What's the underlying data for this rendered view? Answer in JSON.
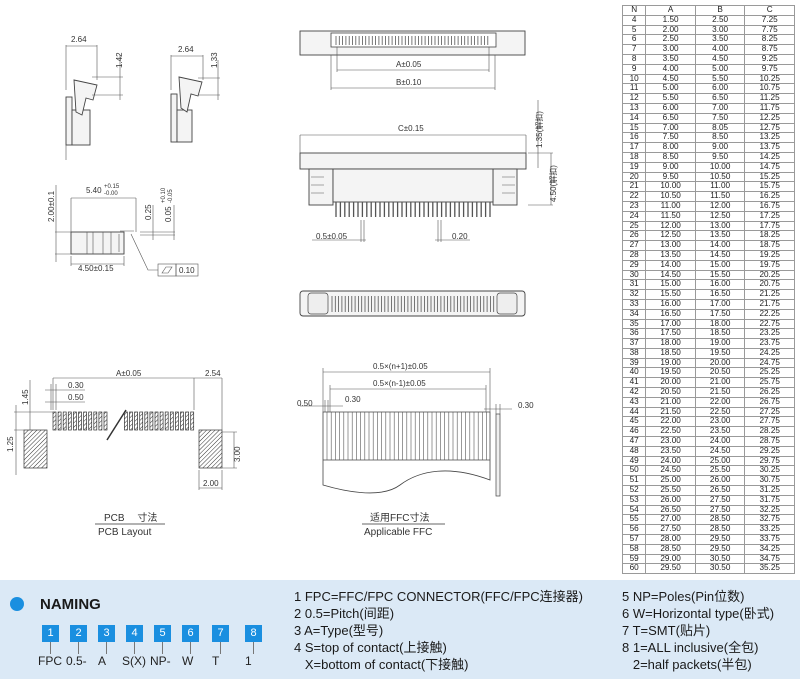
{
  "drawings": {
    "side_view_1": {
      "width": "2.64",
      "height": "1.42"
    },
    "side_view_2": {
      "width": "2.64",
      "height": "1.33"
    },
    "profile": {
      "length": "5.40",
      "length_tol_plus": "+0.15",
      "length_tol_minus": "-0.00",
      "height": "2.00±0.1",
      "t1": "0.25",
      "t2": "0.05",
      "t2_tol_plus": "+0.10",
      "t2_tol_minus": "-0.05",
      "base": "4.50±0.15",
      "flatness": "0.10"
    },
    "top_view": {
      "a": "A±0.05",
      "b": "B±0.10"
    },
    "front_view": {
      "c": "C±0.15",
      "h1": "1.35(解扣)",
      "h2": "4.50(解扣)",
      "pitch": "0.5±0.05",
      "pin": "0.20"
    },
    "pcb": {
      "a": "A±0.05",
      "side": "2.54",
      "d030": "0.30",
      "d050": "0.50",
      "d145": "1.45",
      "d125": "1.25",
      "d300": "3.00",
      "d200": "2.00",
      "caption_cn": "PCB　 寸法",
      "caption_en": "PCB Layout"
    },
    "ffc": {
      "w1": "0.5×(n+1)±0.05",
      "w2": "0.5×(n-1)±0.05",
      "d050": "0.50",
      "d030": "0.30",
      "thick": "0.30",
      "caption_cn": "适用FFC寸法",
      "caption_en": "Applicable FFC"
    }
  },
  "table": {
    "headers": [
      "N",
      "A",
      "B",
      "C"
    ],
    "rows": [
      [
        "4",
        "1.50",
        "2.50",
        "7.25"
      ],
      [
        "5",
        "2.00",
        "3.00",
        "7.75"
      ],
      [
        "6",
        "2.50",
        "3.50",
        "8.25"
      ],
      [
        "7",
        "3.00",
        "4.00",
        "8.75"
      ],
      [
        "8",
        "3.50",
        "4.50",
        "9.25"
      ],
      [
        "9",
        "4.00",
        "5.00",
        "9.75"
      ],
      [
        "10",
        "4.50",
        "5.50",
        "10.25"
      ],
      [
        "11",
        "5.00",
        "6.00",
        "10.75"
      ],
      [
        "12",
        "5.50",
        "6.50",
        "11.25"
      ],
      [
        "13",
        "6.00",
        "7.00",
        "11.75"
      ],
      [
        "14",
        "6.50",
        "7.50",
        "12.25"
      ],
      [
        "15",
        "7.00",
        "8.05",
        "12.75"
      ],
      [
        "16",
        "7.50",
        "8.50",
        "13.25"
      ],
      [
        "17",
        "8.00",
        "9.00",
        "13.75"
      ],
      [
        "18",
        "8.50",
        "9.50",
        "14.25"
      ],
      [
        "19",
        "9.00",
        "10.00",
        "14.75"
      ],
      [
        "20",
        "9.50",
        "10.50",
        "15.25"
      ],
      [
        "21",
        "10.00",
        "11.00",
        "15.75"
      ],
      [
        "22",
        "10.50",
        "11.50",
        "16.25"
      ],
      [
        "23",
        "11.00",
        "12.00",
        "16.75"
      ],
      [
        "24",
        "11.50",
        "12.50",
        "17.25"
      ],
      [
        "25",
        "12.00",
        "13.00",
        "17.75"
      ],
      [
        "26",
        "12.50",
        "13.50",
        "18.25"
      ],
      [
        "27",
        "13.00",
        "14.00",
        "18.75"
      ],
      [
        "28",
        "13.50",
        "14.50",
        "19.25"
      ],
      [
        "29",
        "14.00",
        "15.00",
        "19.75"
      ],
      [
        "30",
        "14.50",
        "15.50",
        "20.25"
      ],
      [
        "31",
        "15.00",
        "16.00",
        "20.75"
      ],
      [
        "32",
        "15.50",
        "16.50",
        "21.25"
      ],
      [
        "33",
        "16.00",
        "17.00",
        "21.75"
      ],
      [
        "34",
        "16.50",
        "17.50",
        "22.25"
      ],
      [
        "35",
        "17.00",
        "18.00",
        "22.75"
      ],
      [
        "36",
        "17.50",
        "18.50",
        "23.25"
      ],
      [
        "37",
        "18.00",
        "19.00",
        "23.75"
      ],
      [
        "38",
        "18.50",
        "19.50",
        "24.25"
      ],
      [
        "39",
        "19.00",
        "20.00",
        "24.75"
      ],
      [
        "40",
        "19.50",
        "20.50",
        "25.25"
      ],
      [
        "41",
        "20.00",
        "21.00",
        "25.75"
      ],
      [
        "42",
        "20.50",
        "21.50",
        "26.25"
      ],
      [
        "43",
        "21.00",
        "22.00",
        "26.75"
      ],
      [
        "44",
        "21.50",
        "22.50",
        "27.25"
      ],
      [
        "45",
        "22.00",
        "23.00",
        "27.75"
      ],
      [
        "46",
        "22.50",
        "23.50",
        "28.25"
      ],
      [
        "47",
        "23.00",
        "24.00",
        "28.75"
      ],
      [
        "48",
        "23.50",
        "24.50",
        "29.25"
      ],
      [
        "49",
        "24.00",
        "25.00",
        "29.75"
      ],
      [
        "50",
        "24.50",
        "25.50",
        "30.25"
      ],
      [
        "51",
        "25.00",
        "26.00",
        "30.75"
      ],
      [
        "52",
        "25.50",
        "26.50",
        "31.25"
      ],
      [
        "53",
        "26.00",
        "27.50",
        "31.75"
      ],
      [
        "54",
        "26.50",
        "27.50",
        "32.25"
      ],
      [
        "55",
        "27.00",
        "28.50",
        "32.75"
      ],
      [
        "56",
        "27.50",
        "28.50",
        "33.25"
      ],
      [
        "57",
        "28.00",
        "29.50",
        "33.75"
      ],
      [
        "58",
        "28.50",
        "29.50",
        "34.25"
      ],
      [
        "59",
        "29.00",
        "30.50",
        "34.75"
      ],
      [
        "60",
        "29.50",
        "30.50",
        "35.25"
      ]
    ]
  },
  "naming": {
    "title": "NAMING",
    "accent": "#1a8fe0",
    "background": "#dbe9f6",
    "boxes": [
      "1",
      "2",
      "3",
      "4",
      "5",
      "6",
      "7",
      "8"
    ],
    "codes": [
      "FPC",
      "0.5-",
      "A",
      "S(X)",
      "NP-",
      "W",
      "T",
      "1"
    ],
    "legend_left": [
      "1 FPC=FFC/FPC CONNECTOR(FFC/FPC连接器)",
      "2 0.5=Pitch(间距)",
      "3 A=Type(型号)",
      "4 S=top of contact(上接触)",
      "   X=bottom of contact(下接触)"
    ],
    "legend_right": [
      "5 NP=Poles(Pin位数)",
      "6 W=Horizontal type(卧式)",
      "7 T=SMT(贴片)",
      "8 1=ALL inclusive(全包)",
      "   2=half packets(半包)"
    ]
  }
}
